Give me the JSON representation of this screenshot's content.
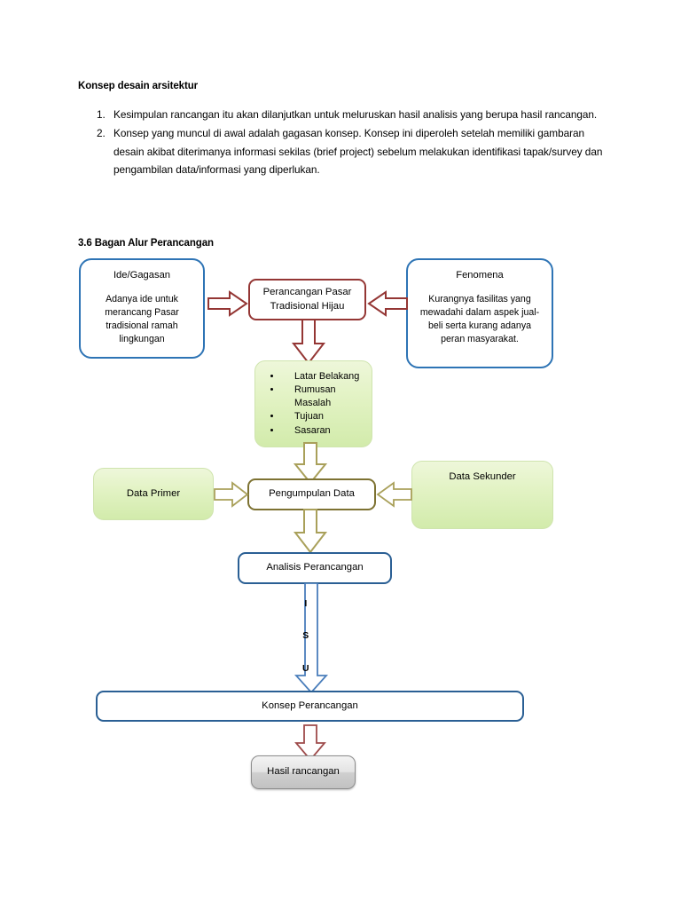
{
  "document": {
    "heading": "Konsep desain arsitektur",
    "list": [
      "Kesimpulan rancangan itu akan dilanjutkan untuk meluruskan hasil analisis yang berupa hasil rancangan.",
      "Konsep yang muncul di awal adalah gagasan konsep. Konsep ini diperoleh setelah memiliki gambaran desain akibat diterimanya informasi sekilas (brief project) sebelum melakukan identifikasi tapak/survey dan pengambilan data/informasi yang diperlukan."
    ],
    "section_title": "3.6 Bagan Alur Perancangan"
  },
  "diagram": {
    "ide": {
      "title": "Ide/Gagasan",
      "body": "Adanya ide untuk merancang Pasar tradisional ramah lingkungan"
    },
    "fenomena": {
      "title": "Fenomena",
      "body": "Kurangnya fasilitas yang mewadahi dalam aspek jual-beli serta kurang adanya peran masyarakat."
    },
    "perancangan": {
      "label": "Perancangan Pasar Tradisional Hijau"
    },
    "pokok": {
      "items": [
        "Latar Belakang",
        "Rumusan Masalah",
        "Tujuan",
        "Sasaran"
      ]
    },
    "data_primer": {
      "label": "Data Primer"
    },
    "data_sekunder": {
      "label": "Data Sekunder"
    },
    "pengumpulan": {
      "label": "Pengumpulan Data"
    },
    "analisis": {
      "label": "Analisis Perancangan"
    },
    "isu": {
      "letters": [
        "I",
        "S",
        "U"
      ]
    },
    "konsep": {
      "label": "Konsep Perancangan"
    },
    "hasil": {
      "label": "Hasil rancangan"
    }
  },
  "colors": {
    "blue_border": "#2e74b5",
    "dark_blue_border": "#2a5f94",
    "red_border": "#943634",
    "olive_border": "#7d7232",
    "green_fill": "#d2ebab",
    "gray_fill": "#cfcfcf"
  }
}
